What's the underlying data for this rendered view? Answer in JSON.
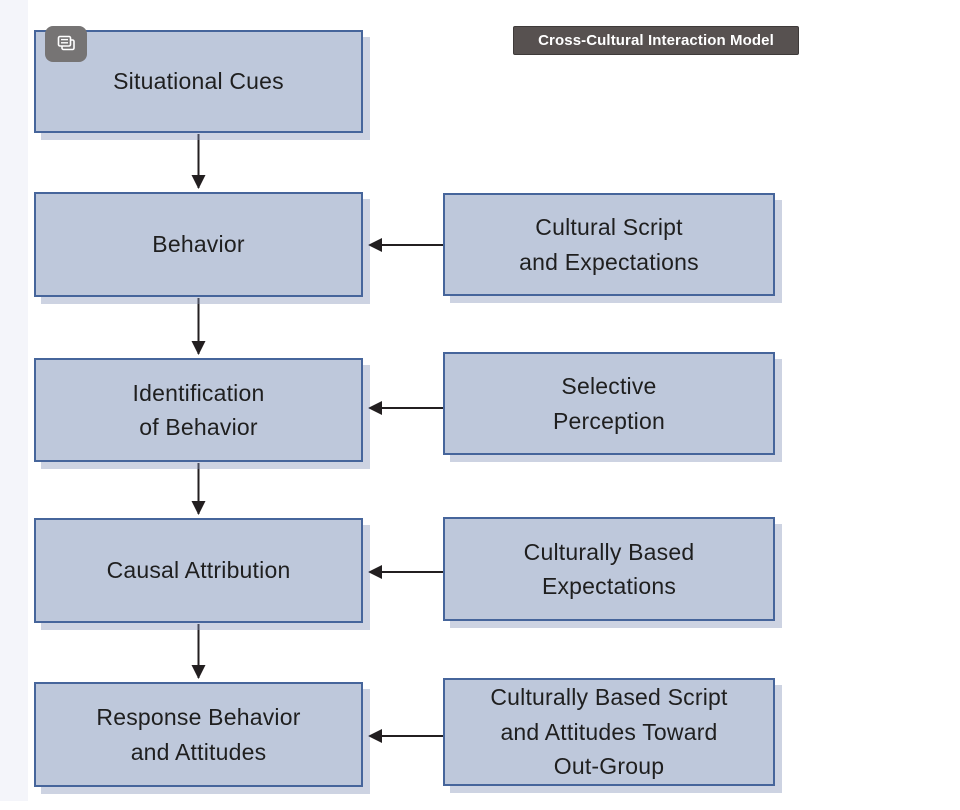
{
  "figure": {
    "title_tooltip": "Cross-Cultural Interaction Model",
    "icon": "pages-icon"
  },
  "colors": {
    "box_fill": "#bec8db",
    "box_border": "#46659b",
    "box_shadow": "rgba(130,146,182,0.40)",
    "arrow": "#231f20",
    "tooltip_bg": "#575150",
    "tooltip_text": "#ffffff",
    "icon_bg": "#767474",
    "margin_strip": "#f4f5fa",
    "text": "#1f1f1f"
  },
  "flow_nodes": [
    {
      "label": "Situational Cues"
    },
    {
      "label": "Behavior"
    },
    {
      "label": "Identification\nof Behavior"
    },
    {
      "label": "Causal Attribution"
    },
    {
      "label": "Response Behavior\nand Attitudes"
    }
  ],
  "influence_nodes": [
    {
      "label": "Cultural Script\nand Expectations",
      "target": "Behavior"
    },
    {
      "label": "Selective\nPerception",
      "target": "Identification of Behavior"
    },
    {
      "label": "Culturally Based\nExpectations",
      "target": "Causal Attribution"
    },
    {
      "label": "Culturally Based Script\nand Attitudes Toward\nOut-Group",
      "target": "Response Behavior and Attitudes"
    }
  ],
  "connections": {
    "vertical_chain": [
      "Situational Cues -> Behavior",
      "Behavior -> Identification of Behavior",
      "Identification of Behavior -> Causal Attribution",
      "Causal Attribution -> Response Behavior and Attitudes"
    ],
    "lateral": [
      "Cultural Script and Expectations -> Behavior",
      "Selective Perception -> Identification of Behavior",
      "Culturally Based Expectations -> Causal Attribution",
      "Culturally Based Script and Attitudes Toward Out-Group -> Response Behavior and Attitudes"
    ]
  }
}
